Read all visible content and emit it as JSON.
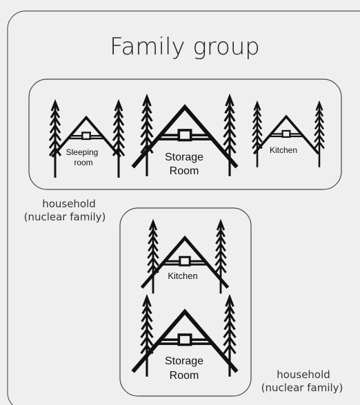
{
  "title": "Family group",
  "households": [
    {
      "caption_line1": "household",
      "caption_line2": "(nuclear family)",
      "dwellings": [
        {
          "label_line1": "Sleeping",
          "label_line2": "room"
        },
        {
          "label_line1": "Storage",
          "label_line2": "Room"
        },
        {
          "label_line1": "Kitchen",
          "label_line2": ""
        }
      ]
    },
    {
      "caption_line1": "household",
      "caption_line2": "(nuclear family)",
      "dwellings": [
        {
          "label_line1": "Kitchen",
          "label_line2": ""
        },
        {
          "label_line1": "Storage",
          "label_line2": "Room"
        }
      ]
    }
  ],
  "colors": {
    "background": "#efefef",
    "stroke": "#111111",
    "frame": "#555555"
  }
}
